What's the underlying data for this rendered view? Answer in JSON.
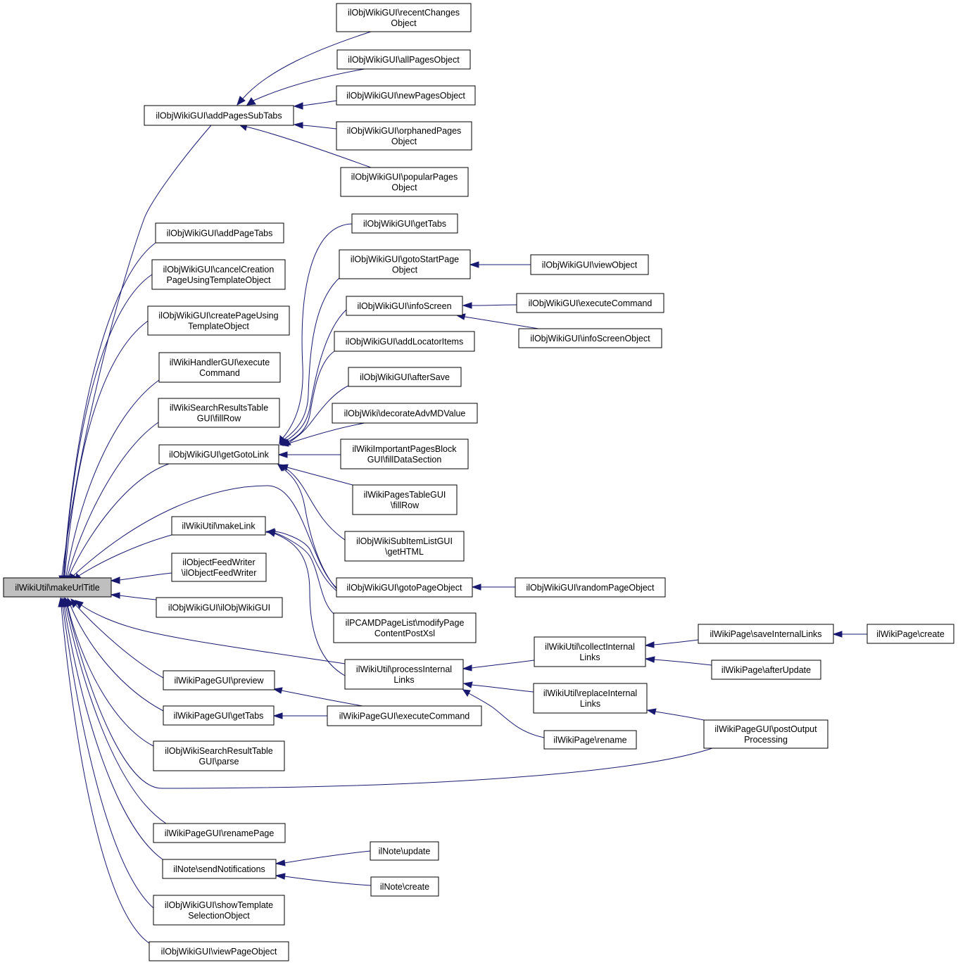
{
  "diagram": {
    "root": "n0",
    "nodes": [
      {
        "id": "n0",
        "lines": [
          "ilWikiUtil\\makeUrlTitle"
        ]
      },
      {
        "id": "n1",
        "lines": [
          "ilObjWikiGUI\\addPagesSubTabs"
        ]
      },
      {
        "id": "n2",
        "lines": [
          "ilObjWikiGUI\\addPageTabs"
        ]
      },
      {
        "id": "n3",
        "lines": [
          "ilObjWikiGUI\\cancelCreation",
          "PageUsingTemplateObject"
        ]
      },
      {
        "id": "n4",
        "lines": [
          "ilObjWikiGUI\\createPageUsing",
          "TemplateObject"
        ]
      },
      {
        "id": "n5",
        "lines": [
          "ilWikiHandlerGUI\\execute",
          "Command"
        ]
      },
      {
        "id": "n6",
        "lines": [
          "ilWikiSearchResultsTable",
          "GUI\\fillRow"
        ]
      },
      {
        "id": "n7",
        "lines": [
          "ilObjWikiGUI\\getGotoLink"
        ]
      },
      {
        "id": "n8",
        "lines": [
          "ilWikiUtil\\makeLink"
        ]
      },
      {
        "id": "n9",
        "lines": [
          "ilObjectFeedWriter",
          "\\ilObjectFeedWriter"
        ]
      },
      {
        "id": "n10",
        "lines": [
          "ilObjWikiGUI\\ilObjWikiGUI"
        ]
      },
      {
        "id": "n11",
        "lines": [
          "ilWikiPageGUI\\preview"
        ]
      },
      {
        "id": "n12",
        "lines": [
          "ilWikiPageGUI\\getTabs"
        ]
      },
      {
        "id": "n13",
        "lines": [
          "ilObjWikiSearchResultTable",
          "GUI\\parse"
        ]
      },
      {
        "id": "n14",
        "lines": [
          "ilWikiPageGUI\\renamePage"
        ]
      },
      {
        "id": "n15",
        "lines": [
          "ilNote\\sendNotifications"
        ]
      },
      {
        "id": "n16",
        "lines": [
          "ilObjWikiGUI\\showTemplate",
          "SelectionObject"
        ]
      },
      {
        "id": "n17",
        "lines": [
          "ilObjWikiGUI\\viewPageObject"
        ]
      },
      {
        "id": "n18",
        "lines": [
          "ilObjWikiGUI\\recentChanges",
          "Object"
        ]
      },
      {
        "id": "n19",
        "lines": [
          "ilObjWikiGUI\\allPagesObject"
        ]
      },
      {
        "id": "n20",
        "lines": [
          "ilObjWikiGUI\\newPagesObject"
        ]
      },
      {
        "id": "n21",
        "lines": [
          "ilObjWikiGUI\\orphanedPages",
          "Object"
        ]
      },
      {
        "id": "n22",
        "lines": [
          "ilObjWikiGUI\\popularPages",
          "Object"
        ]
      },
      {
        "id": "n23",
        "lines": [
          "ilObjWikiGUI\\getTabs"
        ]
      },
      {
        "id": "n24",
        "lines": [
          "ilObjWikiGUI\\gotoStartPage",
          "Object"
        ]
      },
      {
        "id": "n25",
        "lines": [
          "ilObjWikiGUI\\infoScreen"
        ]
      },
      {
        "id": "n26",
        "lines": [
          "ilObjWikiGUI\\addLocatorItems"
        ]
      },
      {
        "id": "n27",
        "lines": [
          "ilObjWikiGUI\\afterSave"
        ]
      },
      {
        "id": "n28",
        "lines": [
          "ilObjWiki\\decorateAdvMDValue"
        ]
      },
      {
        "id": "n29",
        "lines": [
          "ilWikiImportantPagesBlock",
          "GUI\\fillDataSection"
        ]
      },
      {
        "id": "n30",
        "lines": [
          "ilWikiPagesTableGUI",
          "\\fillRow"
        ]
      },
      {
        "id": "n31",
        "lines": [
          "ilObjWikiSubItemListGUI",
          "\\getHTML"
        ]
      },
      {
        "id": "n32",
        "lines": [
          "ilObjWikiGUI\\gotoPageObject"
        ]
      },
      {
        "id": "n33",
        "lines": [
          "ilPCAMDPageList\\modifyPage",
          "ContentPostXsl"
        ]
      },
      {
        "id": "n34",
        "lines": [
          "ilWikiUtil\\processInternal",
          "Links"
        ]
      },
      {
        "id": "n35",
        "lines": [
          "ilWikiPageGUI\\executeCommand"
        ]
      },
      {
        "id": "n36",
        "lines": [
          "ilNote\\update"
        ]
      },
      {
        "id": "n37",
        "lines": [
          "ilNote\\create"
        ]
      },
      {
        "id": "n38",
        "lines": [
          "ilObjWikiGUI\\viewObject"
        ]
      },
      {
        "id": "n39",
        "lines": [
          "ilObjWikiGUI\\executeCommand"
        ]
      },
      {
        "id": "n40",
        "lines": [
          "ilObjWikiGUI\\infoScreenObject"
        ]
      },
      {
        "id": "n41",
        "lines": [
          "ilObjWikiGUI\\randomPageObject"
        ]
      },
      {
        "id": "n42",
        "lines": [
          "ilWikiUtil\\collectInternal",
          "Links"
        ]
      },
      {
        "id": "n43",
        "lines": [
          "ilWikiUtil\\replaceInternal",
          "Links"
        ]
      },
      {
        "id": "n44",
        "lines": [
          "ilWikiPage\\rename"
        ]
      },
      {
        "id": "n45",
        "lines": [
          "ilWikiPage\\saveInternalLinks"
        ]
      },
      {
        "id": "n46",
        "lines": [
          "ilWikiPage\\afterUpdate"
        ]
      },
      {
        "id": "n47",
        "lines": [
          "ilWikiPageGUI\\postOutput",
          "Processing"
        ]
      },
      {
        "id": "n48",
        "lines": [
          "ilWikiPage\\create"
        ]
      }
    ],
    "edges": [
      {
        "to": "n0",
        "from": "n1"
      },
      {
        "to": "n0",
        "from": "n2"
      },
      {
        "to": "n0",
        "from": "n3"
      },
      {
        "to": "n0",
        "from": "n4"
      },
      {
        "to": "n0",
        "from": "n5"
      },
      {
        "to": "n0",
        "from": "n6"
      },
      {
        "to": "n0",
        "from": "n7"
      },
      {
        "to": "n0",
        "from": "n32"
      },
      {
        "to": "n0",
        "from": "n8"
      },
      {
        "to": "n0",
        "from": "n9"
      },
      {
        "to": "n0",
        "from": "n10"
      },
      {
        "to": "n0",
        "from": "n34"
      },
      {
        "to": "n0",
        "from": "n11"
      },
      {
        "to": "n0",
        "from": "n12"
      },
      {
        "to": "n0",
        "from": "n13"
      },
      {
        "to": "n0",
        "from": "n47"
      },
      {
        "to": "n0",
        "from": "n14"
      },
      {
        "to": "n0",
        "from": "n15"
      },
      {
        "to": "n0",
        "from": "n16"
      },
      {
        "to": "n0",
        "from": "n17"
      },
      {
        "to": "n1",
        "from": "n18"
      },
      {
        "to": "n1",
        "from": "n19"
      },
      {
        "to": "n1",
        "from": "n20"
      },
      {
        "to": "n1",
        "from": "n21"
      },
      {
        "to": "n1",
        "from": "n22"
      },
      {
        "to": "n7",
        "from": "n23"
      },
      {
        "to": "n7",
        "from": "n24"
      },
      {
        "to": "n7",
        "from": "n25"
      },
      {
        "to": "n7",
        "from": "n26"
      },
      {
        "to": "n7",
        "from": "n27"
      },
      {
        "to": "n7",
        "from": "n28"
      },
      {
        "to": "n7",
        "from": "n29"
      },
      {
        "to": "n7",
        "from": "n30"
      },
      {
        "to": "n7",
        "from": "n31"
      },
      {
        "to": "n7",
        "from": "n32"
      },
      {
        "to": "n8",
        "from": "n32"
      },
      {
        "to": "n8",
        "from": "n33"
      },
      {
        "to": "n8",
        "from": "n34"
      },
      {
        "to": "n11",
        "from": "n35"
      },
      {
        "to": "n12",
        "from": "n35"
      },
      {
        "to": "n15",
        "from": "n36"
      },
      {
        "to": "n15",
        "from": "n37"
      },
      {
        "to": "n24",
        "from": "n38"
      },
      {
        "to": "n25",
        "from": "n39"
      },
      {
        "to": "n25",
        "from": "n40"
      },
      {
        "to": "n32",
        "from": "n41"
      },
      {
        "to": "n34",
        "from": "n42"
      },
      {
        "to": "n34",
        "from": "n43"
      },
      {
        "to": "n34",
        "from": "n44"
      },
      {
        "to": "n42",
        "from": "n45"
      },
      {
        "to": "n42",
        "from": "n46"
      },
      {
        "to": "n43",
        "from": "n47"
      },
      {
        "to": "n45",
        "from": "n48"
      }
    ]
  }
}
